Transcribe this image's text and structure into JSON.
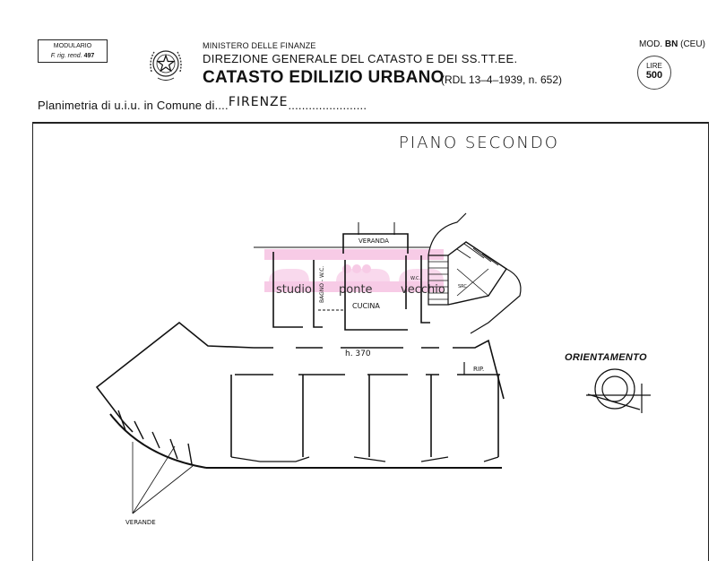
{
  "header": {
    "modulario": {
      "line1": "MODULARIO",
      "line2_prefix": "F. rig. rend.",
      "line2_number": "497"
    },
    "ministry": "MINISTERO DELLE FINANZE",
    "direction": "DIREZIONE GENERALE DEL CATASTO E DEI SS.TT.EE.",
    "title": "CATASTO EDILIZIO URBANO",
    "law_reference": "(RDL 13–4–1939, n. 652)",
    "model": {
      "prefix": "MOD.",
      "code": "BN",
      "suffix": "(CEU)"
    },
    "stamp": {
      "label": "LIRE",
      "value": "500"
    },
    "emblem_icon": "italian-republic-emblem-icon"
  },
  "form": {
    "planimetria_label": "Planimetria di u.i.u. in Comune di",
    "dots_before": "....",
    "comune": "FIRENZE",
    "dots_after": "......................."
  },
  "drawing": {
    "floor_title": "PIANO SECONDO",
    "rooms": {
      "veranda": "VERANDA",
      "bagno_wc": "BAGNO - W.C.",
      "cucina": "CUCINA",
      "wc": "W.C.",
      "ripostiglio": "RIP.",
      "scala": "SRC"
    },
    "ceiling_height": "h. 370",
    "verande_label": "VERANDE",
    "orientation_label": "ORIENTAMENTO",
    "orientation_icon": "compass-rose-icon"
  },
  "watermark": {
    "words": [
      "studio",
      "ponte",
      "vecchio"
    ],
    "color": "#f4b8dc"
  }
}
